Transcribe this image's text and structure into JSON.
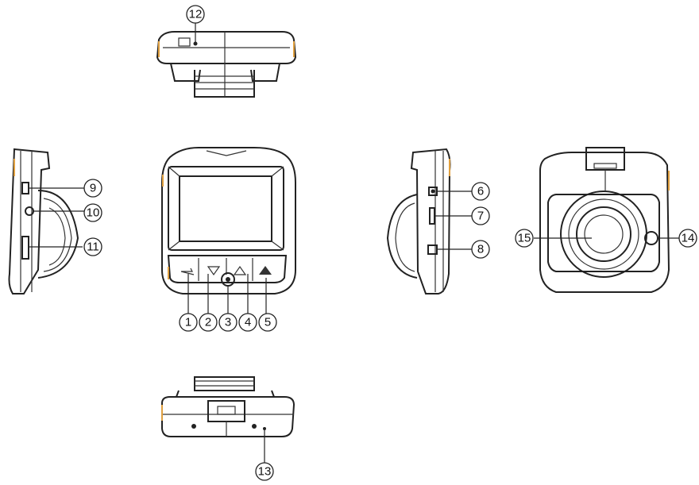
{
  "callouts": [
    {
      "id": "1",
      "label": "1"
    },
    {
      "id": "2",
      "label": "2"
    },
    {
      "id": "3",
      "label": "3"
    },
    {
      "id": "4",
      "label": "4"
    },
    {
      "id": "5",
      "label": "5"
    },
    {
      "id": "6",
      "label": "6"
    },
    {
      "id": "7",
      "label": "7"
    },
    {
      "id": "8",
      "label": "8"
    },
    {
      "id": "9",
      "label": "9"
    },
    {
      "id": "10",
      "label": "10"
    },
    {
      "id": "11",
      "label": "11"
    },
    {
      "id": "12",
      "label": "12"
    },
    {
      "id": "13",
      "label": "13"
    },
    {
      "id": "14",
      "label": "14"
    },
    {
      "id": "15",
      "label": "15"
    }
  ],
  "colors": {
    "outline": "#222222",
    "accent": "#e0a040",
    "background": "#ffffff"
  },
  "icons": {
    "menu": "menu-return-icon",
    "down": "down-triangle-icon",
    "up": "up-triangle-icon",
    "record": "record-triangle-icon"
  }
}
